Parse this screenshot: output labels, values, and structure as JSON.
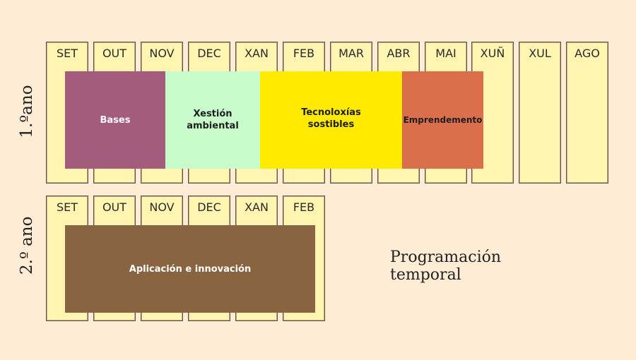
{
  "title": {
    "line1": "Programación",
    "line2": "temporal"
  },
  "year1": {
    "label": "1.ºano",
    "months": [
      "SET",
      "OUT",
      "NOV",
      "DEC",
      "XAN",
      "FEB",
      "MAR",
      "ABR",
      "MAI",
      "XUÑ",
      "XUL",
      "AGO"
    ],
    "blocks": [
      {
        "label": "Bases",
        "color": "#a35c7c",
        "text_color": "#ffffff"
      },
      {
        "label_line1": "Xestión",
        "label_line2": "ambiental",
        "color": "#c9fccb",
        "text_color": "#1e1e1e"
      },
      {
        "label_line1": "Tecnoloxías",
        "label_line2": "sostibles",
        "color": "#ffea00",
        "text_color": "#1e1e1e"
      },
      {
        "label": "Emprendemento",
        "color": "#dc6f4b",
        "text_color": "#1e1e1e"
      }
    ]
  },
  "year2": {
    "label": "2.º ano",
    "months": [
      "SET",
      "OUT",
      "NOV",
      "DEC",
      "XAN",
      "FEB"
    ],
    "blocks": [
      {
        "label": "Aplicación e innovación",
        "color": "#886441",
        "text_color": "#ffffff"
      }
    ]
  }
}
